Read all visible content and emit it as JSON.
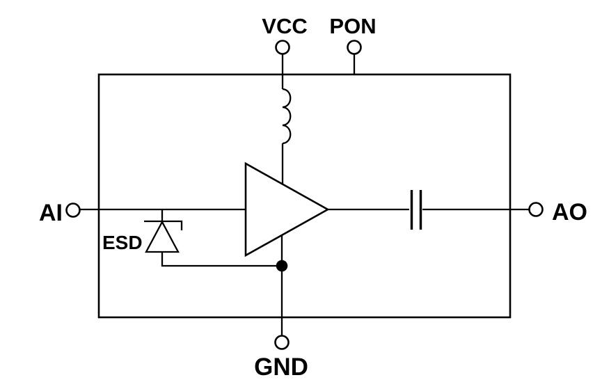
{
  "schematic": {
    "pins": {
      "vcc": "VCC",
      "pon": "PON",
      "ai": "AI",
      "ao": "AO",
      "gnd": "GND"
    },
    "components": {
      "esd": "ESD"
    },
    "colors": {
      "line": "#000000",
      "background": "#ffffff"
    }
  }
}
